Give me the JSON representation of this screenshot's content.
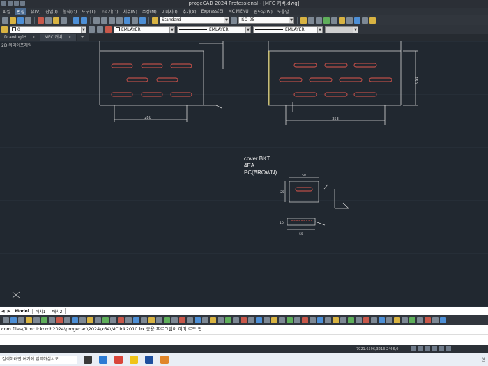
{
  "window": {
    "title": "progeCAD 2024 Professional - [MFC 커버.dwg]"
  },
  "menu": {
    "items": [
      "파일",
      "편집",
      "뷰(V)",
      "삽입(I)",
      "형식(O)",
      "도구(T)",
      "그리기(D)",
      "치수(N)",
      "수정(M)",
      "이미지(I)",
      "추가(X)",
      "Express(E)",
      "MC MENU",
      "윈도우(W)",
      "도움말"
    ],
    "active_index": 1
  },
  "toolbar1": {
    "text_style": "Standard",
    "dim_style": "ISO-25"
  },
  "toolbar2": {
    "layer": "0",
    "color": "EMLAYER",
    "linetype": "EMLAYER",
    "lineweight": "EMLAYER"
  },
  "tabs": [
    {
      "label": "Drawing1*"
    },
    {
      "label": "MFC 커버"
    }
  ],
  "view_label": "2D 와이어프레임",
  "drawing": {
    "dim_top_left": "280",
    "dim_top_right": "353",
    "dim_right_vertical": "150",
    "note_line1": "cover BKT",
    "note_line2": "4EA",
    "note_line3": "PC(BROWN)",
    "dim_detail_top": "58",
    "dim_detail_left": "25",
    "dim_detail_bottom": "55",
    "dim_detail_side": "10"
  },
  "layouts": {
    "items": [
      "Model",
      "배치1",
      "배치2"
    ],
    "active_index": 0
  },
  "command_line": {
    "text": "com files\\fftmclickcmb2024\\progecad\\2024\\x64\\MClick2010.lrx 응용 프로그램이 이미 로드 됨"
  },
  "status": {
    "coords": "7921.6596,3213.2466,0"
  },
  "taskbar": {
    "search_label": "검색하려면 여기에 입력하십시오",
    "tray_text": "한"
  }
}
